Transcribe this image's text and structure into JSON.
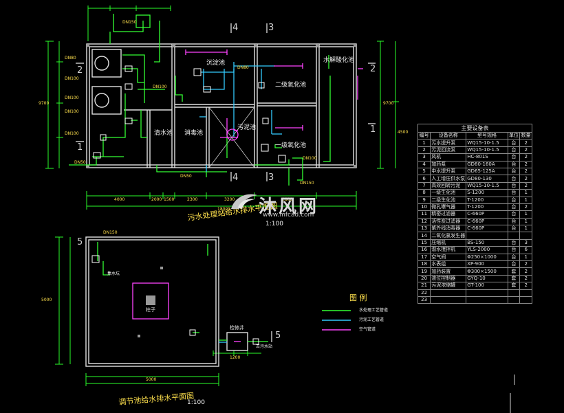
{
  "plan_top": {
    "title": "污水处理站给水排水平面图",
    "scale": "1:100",
    "rooms": [
      "沉淀池",
      "二级氧化池",
      "水解酸化池",
      "污泥池",
      "一级氧化池",
      "清水池",
      "消毒池"
    ],
    "section_marks": [
      "4",
      "3",
      "2",
      "1",
      "2",
      "1",
      "4",
      "3"
    ],
    "dims_bottom": [
      "4000",
      "2000",
      "1500",
      "2300",
      "3200",
      "2800",
      "18000"
    ],
    "dims_left": [
      "9700"
    ],
    "dims_right": [
      "9700",
      "4500"
    ],
    "labels_left": [
      "DN80",
      "DN100",
      "DN100",
      "DN100",
      "DN100",
      "DN50"
    ],
    "labels_misc": [
      "DN150",
      "DN100",
      "DN50",
      "DN80",
      "DN100",
      "DN150"
    ]
  },
  "plan_bottom": {
    "title": "调节池给水排水平面图",
    "scale": "1:100",
    "pillar_label": "柱子",
    "inspection_well": "检修井",
    "to_station": "去污水站",
    "section_mark": "5",
    "dims_bottom": [
      "5000",
      "1200"
    ],
    "dims_left": [
      "5000"
    ],
    "label_a": "DN150",
    "label_b": "集水坑"
  },
  "legend": {
    "title": "图 例",
    "items": [
      "水处理工艺管道",
      "污泥工艺管道",
      "空气管道"
    ]
  },
  "equipment_table": {
    "caption": "主要设备表",
    "headers": [
      "编号",
      "设备名称",
      "型号规格",
      "单位",
      "数量"
    ],
    "rows": [
      [
        "1",
        "污水提升泵",
        "WQ15-10-1.5",
        "台",
        "2"
      ],
      [
        "2",
        "污泥回流泵",
        "WQ15-10-1.5",
        "台",
        "2"
      ],
      [
        "3",
        "风机",
        "HC-801S",
        "台",
        "2"
      ],
      [
        "4",
        "加药泵",
        "GD80-160A",
        "台",
        "2"
      ],
      [
        "5",
        "中水提升泵",
        "GD65-125A",
        "台",
        "2"
      ],
      [
        "6",
        "人工增压供水泵",
        "GD80-130",
        "台",
        "2"
      ],
      [
        "7",
        "高效回转污泥",
        "WQ15-10-1.5",
        "台",
        "2"
      ],
      [
        "8",
        "一级生化池",
        "S-1200",
        "台",
        "1"
      ],
      [
        "9",
        "二级生化池",
        "T-1200",
        "台",
        "1"
      ],
      [
        "10",
        "微孔曝气器",
        "T-1200",
        "台",
        "2"
      ],
      [
        "11",
        "精密过滤器",
        "C-660P",
        "台",
        "1"
      ],
      [
        "12",
        "活性炭过滤器",
        "C-660P",
        "台",
        "1"
      ],
      [
        "13",
        "紫外线消毒器",
        "C-660P",
        "台",
        "1"
      ],
      [
        "14",
        "二氧化氯发生器",
        "",
        "",
        ""
      ],
      [
        "15",
        "压缩机",
        "BS-150",
        "台",
        "3"
      ],
      [
        "16",
        "潜水搅拌机",
        "YLS-2000",
        "台",
        "6"
      ],
      [
        "17",
        "空气阀",
        "Φ250×1000",
        "台",
        "1"
      ],
      [
        "18",
        "水表组",
        "XP-900",
        "台",
        "2"
      ],
      [
        "19",
        "加药装置",
        "Φ300×1500",
        "套",
        "2"
      ],
      [
        "20",
        "液位控制器",
        "GYQ-10",
        "套",
        "2"
      ],
      [
        "21",
        "污泥浓缩罐",
        "GT-100",
        "套",
        "2"
      ],
      [
        "22",
        "",
        "",
        "",
        ""
      ],
      [
        "23",
        "",
        "",
        "",
        ""
      ]
    ]
  },
  "watermark": {
    "brand": "沐风网",
    "url": "www.mfcad.com"
  },
  "colors": {
    "background": "#000000",
    "wall": "#e0e0e0",
    "water_pipe": "#33ff33",
    "sludge_pipe": "#33ccff",
    "air_pipe": "#ff44ff",
    "text_yellow": "#ffe14d"
  }
}
